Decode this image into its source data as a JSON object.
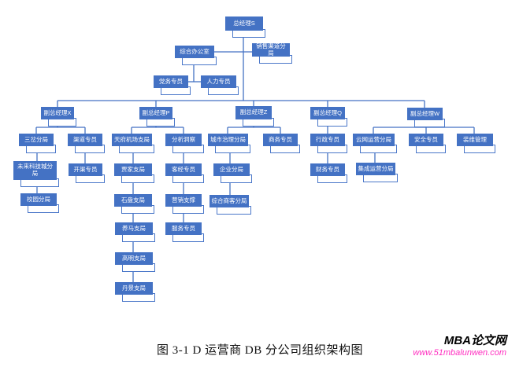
{
  "caption": "图 3-1 D 运营商 DB 分公司组织架构图",
  "watermark": {
    "site_name": "MBA论文网",
    "url": "www.51mbalunwen.com"
  },
  "colors": {
    "node_fill": "#4472C4",
    "node_text": "#FFFFFF",
    "connector": "#4472C4",
    "watermark_url": "#FF2FC0"
  },
  "org_chart": {
    "nodes": [
      {
        "id": "gm",
        "label": "总经理S",
        "parent": null
      },
      {
        "id": "office",
        "label": "综合办公室",
        "parent": "gm"
      },
      {
        "id": "sales",
        "label": "销售渠道分局",
        "parent": "gm"
      },
      {
        "id": "party",
        "label": "党务专员",
        "parent": "office"
      },
      {
        "id": "hr",
        "label": "人力专员",
        "parent": "office"
      },
      {
        "id": "vpx",
        "label": "副总经理X",
        "parent": "gm"
      },
      {
        "id": "vpp",
        "label": "副总经理P",
        "parent": "gm"
      },
      {
        "id": "vpz",
        "label": "副总经理Z",
        "parent": "gm"
      },
      {
        "id": "vpq",
        "label": "副总经理Q",
        "parent": "gm"
      },
      {
        "id": "vpw",
        "label": "副总经理W",
        "parent": "gm"
      },
      {
        "id": "sancha",
        "label": "三岔分局",
        "parent": "vpx"
      },
      {
        "id": "qudao",
        "label": "渠道专员",
        "parent": "vpx"
      },
      {
        "id": "weilai",
        "label": "未来科技城分局",
        "parent": "sancha"
      },
      {
        "id": "xiaoyuan",
        "label": "校园分局",
        "parent": "weilai"
      },
      {
        "id": "kaiqu",
        "label": "开渠专员",
        "parent": "qudao"
      },
      {
        "id": "tianfu",
        "label": "天府机场支局",
        "parent": "vpp"
      },
      {
        "id": "fenxi",
        "label": "分析洞察",
        "parent": "vpp"
      },
      {
        "id": "jiajia",
        "label": "贾家支局",
        "parent": "tianfu"
      },
      {
        "id": "shipan",
        "label": "石盘支局",
        "parent": "jiajia"
      },
      {
        "id": "yangma",
        "label": "养马支局",
        "parent": "shipan"
      },
      {
        "id": "gaoming",
        "label": "高明支局",
        "parent": "yangma"
      },
      {
        "id": "danjing",
        "label": "丹景支局",
        "parent": "gaoming"
      },
      {
        "id": "kejing",
        "label": "客经专员",
        "parent": "fenxi"
      },
      {
        "id": "yingxiao",
        "label": "营销支撑",
        "parent": "kejing"
      },
      {
        "id": "fuwu",
        "label": "服务专员",
        "parent": "yingxiao"
      },
      {
        "id": "chengshi",
        "label": "城市治理分局",
        "parent": "vpz"
      },
      {
        "id": "shangwu",
        "label": "商务专员",
        "parent": "vpz"
      },
      {
        "id": "qiye",
        "label": "企业分局",
        "parent": "chengshi"
      },
      {
        "id": "zonghe",
        "label": "综合商客分局",
        "parent": "qiye"
      },
      {
        "id": "xingzheng",
        "label": "行政专员",
        "parent": "vpq"
      },
      {
        "id": "caiwu",
        "label": "财务专员",
        "parent": "xingzheng"
      },
      {
        "id": "yunwang",
        "label": "云网运营分局",
        "parent": "vpw"
      },
      {
        "id": "anquan",
        "label": "安全专员",
        "parent": "vpw"
      },
      {
        "id": "zhuangwei",
        "label": "装维管理",
        "parent": "vpw"
      },
      {
        "id": "jicheng",
        "label": "集成运营分局",
        "parent": "yunwang"
      }
    ]
  }
}
